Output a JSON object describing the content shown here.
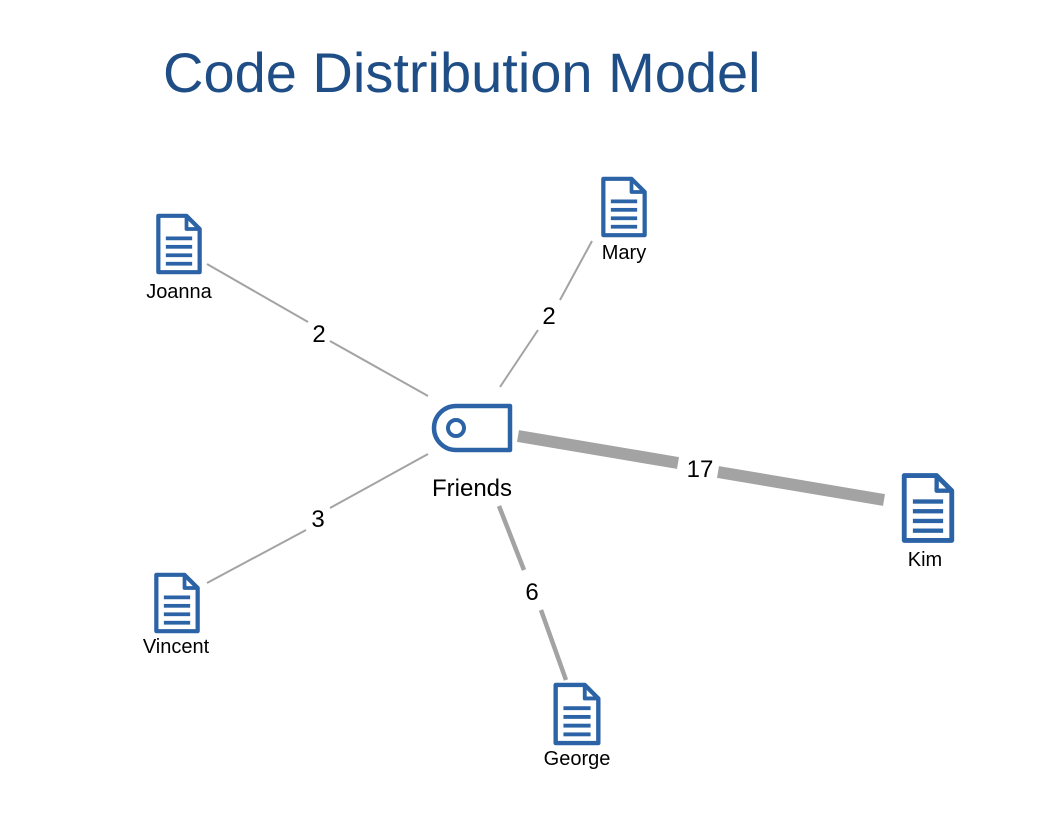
{
  "title": "Code Distribution Model",
  "accent_color": "#2b63a6",
  "edge_color": "#a3a3a3",
  "center": {
    "label": "Friends",
    "icon": "code-tag-icon"
  },
  "documents": [
    {
      "id": "joanna",
      "label": "Joanna",
      "weight": "2",
      "icon": "document-icon"
    },
    {
      "id": "mary",
      "label": "Mary",
      "weight": "2",
      "icon": "document-icon"
    },
    {
      "id": "kim",
      "label": "Kim",
      "weight": "17",
      "icon": "document-icon"
    },
    {
      "id": "george",
      "label": "George",
      "weight": "6",
      "icon": "document-icon"
    },
    {
      "id": "vincent",
      "label": "Vincent",
      "weight": "3",
      "icon": "document-icon"
    }
  ]
}
